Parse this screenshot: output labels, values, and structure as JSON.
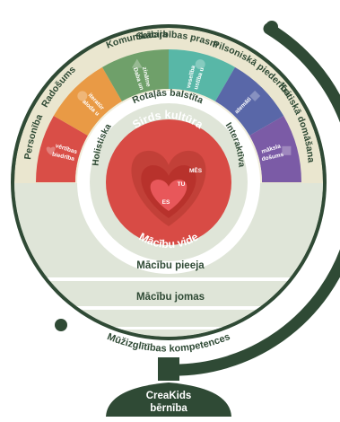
{
  "colors": {
    "frame": "#2f4a35",
    "ring_outer": "#eae6cf",
    "ring_holistic": "#f1eedc",
    "pale": "#dfe5d8",
    "white": "#ffffff",
    "core": "#d84b45",
    "heart_1": "#c24038",
    "heart_2": "#b8322c",
    "heart_3": "#e8575a",
    "text_dark": "#2f4a35",
    "text_light": "#ffffff"
  },
  "outer_ring": {
    "labels": [
      "Personība",
      "Radošums",
      "Komunikācija",
      "Sadarbības prasmes",
      "Pilsoniskā piederība",
      "Kritiskā domāšana"
    ]
  },
  "segments": [
    {
      "label": "Sabiedrība un vērtības",
      "color": "#d94e47",
      "icon": "heart-icon"
    },
    {
      "label": "Valoda un literatūra",
      "color": "#e99a45",
      "icon": "circle-icon"
    },
    {
      "label": "Daba un zinātne",
      "color": "#6fa06a",
      "icon": "triangle-icon"
    },
    {
      "label": "Kustība un veselība",
      "color": "#58b7a7",
      "icon": "circle-icon"
    },
    {
      "label": "Matemātika",
      "color": "#5967a8",
      "icon": "diamond-icon"
    },
    {
      "label": "Radošums un māksla",
      "color": "#7b5ba6",
      "icon": "square-icon"
    }
  ],
  "inner_ring": {
    "top": "Rotaļās balstīta",
    "left": "Holistiska",
    "right": "Interaktīva"
  },
  "core": {
    "top": "Sirds kultūra",
    "bottom": "Mācību vide",
    "heart_labels": [
      "MĒS",
      "TU",
      "ES"
    ]
  },
  "bands": [
    "Mācību pieeja",
    "Mācību jomas",
    "Mūžizglītības kompetences"
  ],
  "base": {
    "line1": "CreaKids",
    "line2": "bērnība"
  }
}
